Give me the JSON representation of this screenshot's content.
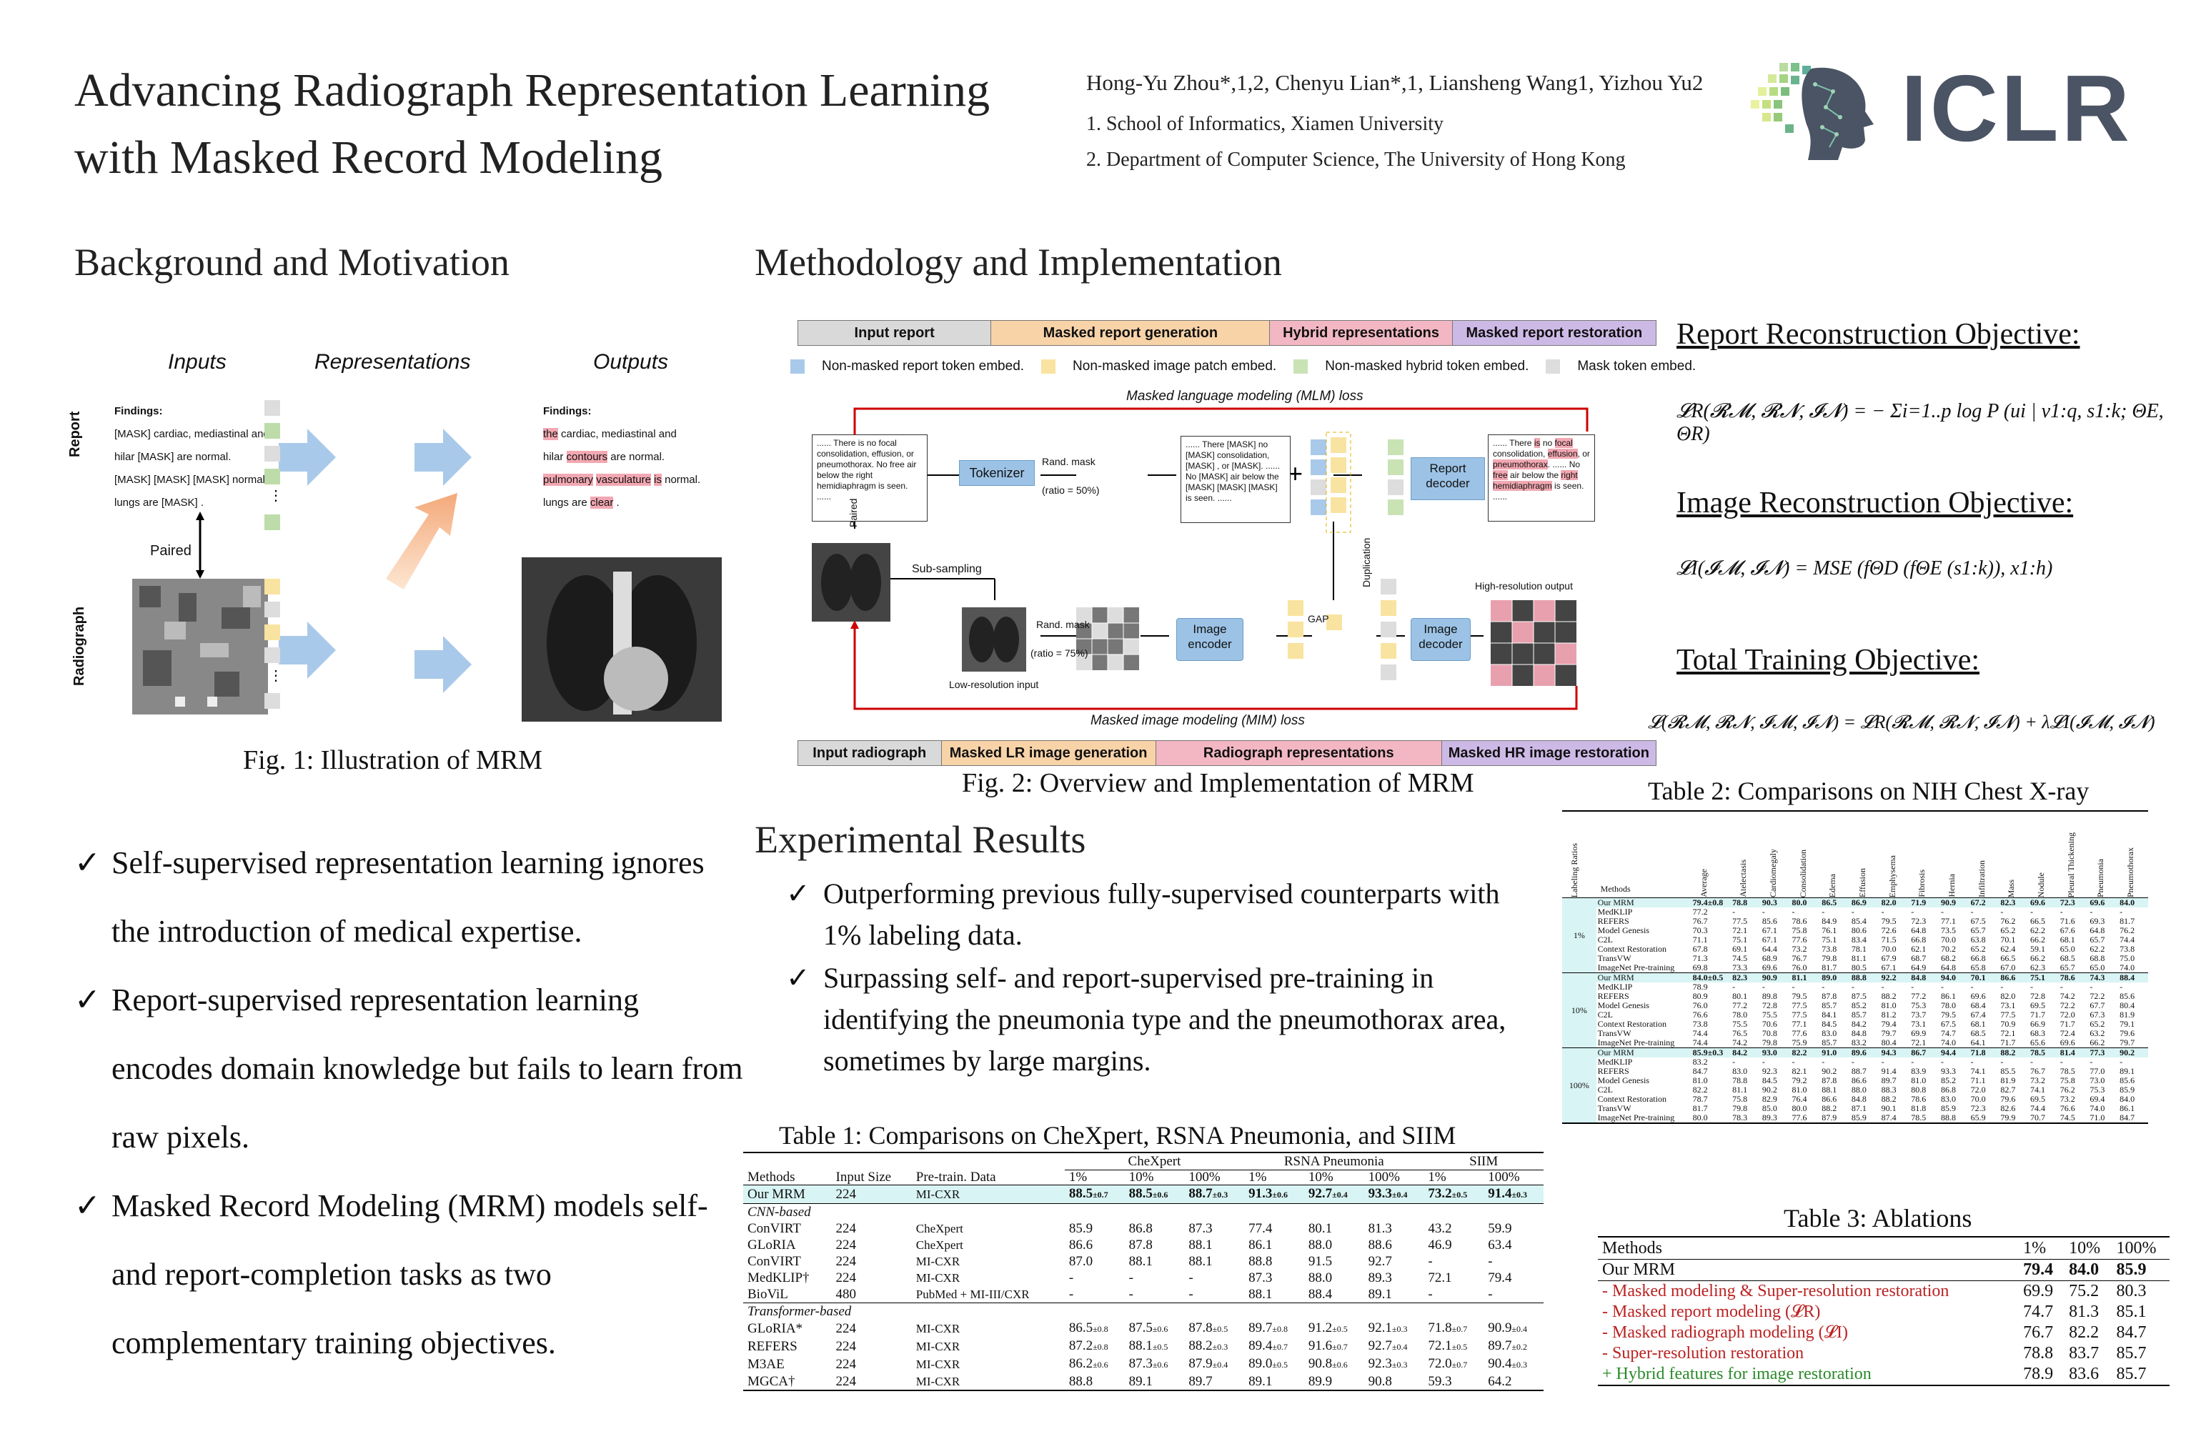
{
  "header": {
    "title": "Advancing Radiograph Representation Learning with Masked Record Modeling",
    "authors": "Hong-Yu Zhou*,1,2, Chenyu Lian*,1, Liansheng Wang1, Yizhou Yu2",
    "affil1": "1.   School of Informatics, Xiamen University",
    "affil2": "2.   Department of Computer Science, The University of Hong Kong",
    "logo_text": "ICLR"
  },
  "background": {
    "heading": "Background and Motivation",
    "col_inputs": "Inputs",
    "col_repr": "Representations",
    "col_outputs": "Outputs",
    "row_report": "Report",
    "row_radiograph": "Radiograph",
    "paired": "Paired",
    "findings_in_title": "Findings:",
    "findings_in": [
      "[MASK] cardiac, mediastinal and",
      "hilar [MASK] are normal.",
      "[MASK] [MASK] [MASK] normal.",
      "lungs are [MASK] ."
    ],
    "findings_out_title": "Findings:",
    "fig_caption": "Fig. 1: Illustration of MRM",
    "bullets": [
      "Self-supervised representation learning ignores the introduction of medical expertise.",
      "Report-supervised representation learning encodes domain knowledge but fails to learn from raw pixels.",
      "Masked Record Modeling (MRM) models self- and report-completion tasks as two complementary training objectives."
    ]
  },
  "method": {
    "heading": "Methodology and Implementation",
    "top_bar": [
      "Input report",
      "Masked report generation",
      "Hybrid representations",
      "Masked report restoration"
    ],
    "legend": [
      "Non-masked report token embed.",
      "Non-masked image patch embed.",
      "Non-masked hybrid token embed.",
      "Mask token embed."
    ],
    "mlm_loss": "Masked language modeling (MLM) loss",
    "mim_loss": "Masked image modeling (MIM) loss",
    "report_text": "...... There is no focal consolidation, effusion, or pneumothorax. No free air below the right hemidiaphragm is seen. ......",
    "masked_text": "...... There [MASK] no [MASK] consolidation, [MASK] , or [MASK]. ...... No [MASK] air below the [MASK] [MASK] [MASK] is seen. ......",
    "tokenizer": "Tokenizer",
    "rand_mask_r": "Rand. mask",
    "ratio_r": "(ratio = 50%)",
    "report_decoder": "Report decoder",
    "paired": "Paired",
    "sub_sampling": "Sub-sampling",
    "rand_mask_i": "Rand. mask",
    "ratio_i": "(ratio = 75%)",
    "image_encoder": "Image encoder",
    "gap": "GAP",
    "duplication": "Duplication",
    "image_decoder": "Image decoder",
    "hr_output": "High-resolution output",
    "lr_input": "Low-resolution input",
    "bottom_bar": [
      "Input radiograph",
      "Masked LR image generation",
      "Radiograph representations",
      "Masked HR image restoration"
    ],
    "fig_caption": "Fig. 2: Overview and Implementation of MRM",
    "obj1_title": "Report Reconstruction Objective:",
    "obj1_formula": "𝓛R(𝓡𝓜, 𝓡𝓝, 𝓘𝓝) = − Σi=1..p log P (ui | v1:q, s1:k; ΘE, ΘR)",
    "obj2_title": "Image Reconstruction Objective:",
    "obj2_formula": "𝓛I(𝓘𝓜, 𝓘𝓝) = MSE (fΘD (fΘE (s1:k)), x1:h)",
    "obj3_title": "Total Training Objective:",
    "obj3_formula": "𝓛(𝓡𝓜, 𝓡𝓝, 𝓘𝓜, 𝓘𝓝) = 𝓛R(𝓡𝓜, 𝓡𝓝, 𝓘𝓝) + λ𝓛I(𝓘𝓜, 𝓘𝓝)"
  },
  "results": {
    "heading": "Experimental Results",
    "bullets": [
      "Outperforming previous fully-supervised counterparts with  1% labeling data.",
      "Surpassing self- and report-supervised pre-training in identifying the pneumonia type and the pneumothorax area, sometimes by large margins."
    ]
  },
  "table1": {
    "caption": "Table 1: Comparisons on CheXpert, RSNA Pneumonia, and SIIM",
    "groups": [
      "CheXpert",
      "RSNA Pneumonia",
      "SIIM"
    ],
    "headers": [
      "Methods",
      "Input Size",
      "Pre-train. Data",
      "1%",
      "10%",
      "100%",
      "1%",
      "10%",
      "100%",
      "1%",
      "100%"
    ],
    "rows": [
      [
        "Our MRM",
        "224",
        "MI-CXR",
        "88.5±0.7",
        "88.5±0.6",
        "88.7±0.3",
        "91.3±0.6",
        "92.7±0.4",
        "93.3±0.4",
        "73.2±0.5",
        "91.4±0.3"
      ],
      [
        "CNN-based"
      ],
      [
        "ConVIRT",
        "224",
        "CheXpert",
        "85.9",
        "86.8",
        "87.3",
        "77.4",
        "80.1",
        "81.3",
        "43.2",
        "59.9"
      ],
      [
        "GLoRIA",
        "224",
        "CheXpert",
        "86.6",
        "87.8",
        "88.1",
        "86.1",
        "88.0",
        "88.6",
        "46.9",
        "63.4"
      ],
      [
        "ConVIRT",
        "224",
        "MI-CXR",
        "87.0",
        "88.1",
        "88.1",
        "88.8",
        "91.5",
        "92.7",
        "-",
        "-"
      ],
      [
        "MedKLIP†",
        "224",
        "MI-CXR",
        "-",
        "-",
        "-",
        "87.3",
        "88.0",
        "89.3",
        "72.1",
        "79.4"
      ],
      [
        "BioViL",
        "480",
        "PubMed + MI-III/CXR",
        "-",
        "-",
        "-",
        "88.1",
        "88.4",
        "89.1",
        "-",
        "-"
      ],
      [
        "Transformer-based"
      ],
      [
        "GLoRIA*",
        "224",
        "MI-CXR",
        "86.5±0.8",
        "87.5±0.6",
        "87.8±0.5",
        "89.7±0.8",
        "91.2±0.5",
        "92.1±0.3",
        "71.8±0.7",
        "90.9±0.4"
      ],
      [
        "REFERS",
        "224",
        "MI-CXR",
        "87.2±0.8",
        "88.1±0.5",
        "88.2±0.3",
        "89.4±0.7",
        "91.6±0.7",
        "92.7±0.4",
        "72.1±0.5",
        "89.7±0.2"
      ],
      [
        "M3AE",
        "224",
        "MI-CXR",
        "86.2±0.6",
        "87.3±0.6",
        "87.9±0.4",
        "89.0±0.5",
        "90.8±0.6",
        "92.3±0.3",
        "72.0±0.7",
        "90.4±0.3"
      ],
      [
        "MGCA†",
        "224",
        "MI-CXR",
        "88.8",
        "89.1",
        "89.7",
        "89.1",
        "89.9",
        "90.8",
        "59.3",
        "64.2"
      ]
    ]
  },
  "table2": {
    "caption": "Table 2: Comparisons on NIH Chest X-ray",
    "headers": [
      "Labeling Ratios",
      "Methods",
      "Average",
      "Atelectasis",
      "Cardiomegaly",
      "Consolidation",
      "Edema",
      "Effusion",
      "Emphysema",
      "Fibrosis",
      "Hernia",
      "Infiltration",
      "Mass",
      "Nodule",
      "Pleural Thickening",
      "Pneumonia",
      "Pneumothorax"
    ],
    "ratios": [
      "1%",
      "10%",
      "100%"
    ],
    "blocks": [
      [
        [
          "Our MRM",
          "79.4±0.8",
          "78.8",
          "90.3",
          "80.0",
          "86.5",
          "86.9",
          "82.0",
          "71.9",
          "90.9",
          "67.2",
          "82.3",
          "69.6",
          "72.3",
          "69.6",
          "84.0"
        ],
        [
          "MedKLIP",
          "77.2",
          "-",
          "-",
          "-",
          "-",
          "-",
          "-",
          "-",
          "-",
          "-",
          "-",
          "-",
          "-",
          "-",
          "-"
        ],
        [
          "REFERS",
          "76.7",
          "77.5",
          "85.6",
          "78.6",
          "84.9",
          "85.4",
          "79.5",
          "72.3",
          "77.1",
          "67.5",
          "76.2",
          "66.5",
          "71.6",
          "69.3",
          "81.7"
        ],
        [
          "Model Genesis",
          "70.3",
          "72.1",
          "67.1",
          "75.8",
          "76.1",
          "80.6",
          "72.6",
          "64.8",
          "73.5",
          "65.7",
          "65.2",
          "62.2",
          "67.6",
          "64.8",
          "76.2"
        ],
        [
          "C2L",
          "71.1",
          "75.1",
          "67.1",
          "77.6",
          "75.1",
          "83.4",
          "71.5",
          "66.8",
          "70.0",
          "63.8",
          "70.1",
          "66.2",
          "68.1",
          "65.7",
          "74.4"
        ],
        [
          "Context Restoration",
          "67.8",
          "69.1",
          "64.4",
          "73.2",
          "73.8",
          "78.1",
          "70.0",
          "62.1",
          "70.2",
          "65.2",
          "62.4",
          "59.1",
          "65.0",
          "62.2",
          "73.8"
        ],
        [
          "TransVW",
          "71.3",
          "74.5",
          "68.9",
          "76.7",
          "79.8",
          "81.1",
          "67.9",
          "68.7",
          "68.2",
          "66.8",
          "66.5",
          "66.2",
          "68.5",
          "68.8",
          "75.0"
        ],
        [
          "ImageNet Pre-training",
          "69.8",
          "73.3",
          "69.6",
          "76.0",
          "81.7",
          "80.5",
          "67.1",
          "64.9",
          "64.8",
          "65.8",
          "67.0",
          "62.3",
          "65.7",
          "65.0",
          "74.0"
        ]
      ],
      [
        [
          "Our MRM",
          "84.0±0.5",
          "82.3",
          "90.9",
          "81.1",
          "89.0",
          "88.8",
          "92.2",
          "84.8",
          "94.0",
          "70.1",
          "86.6",
          "75.1",
          "78.6",
          "74.3",
          "88.4"
        ],
        [
          "MedKLIP",
          "78.9",
          "-",
          "-",
          "-",
          "-",
          "-",
          "-",
          "-",
          "-",
          "-",
          "-",
          "-",
          "-",
          "-",
          "-"
        ],
        [
          "REFERS",
          "80.9",
          "80.1",
          "89.8",
          "79.5",
          "87.8",
          "87.5",
          "88.2",
          "77.2",
          "86.1",
          "69.6",
          "82.0",
          "72.8",
          "74.2",
          "72.2",
          "85.6"
        ],
        [
          "Model Genesis",
          "76.0",
          "77.2",
          "72.8",
          "77.5",
          "85.7",
          "85.2",
          "81.0",
          "75.3",
          "78.0",
          "68.4",
          "73.1",
          "69.5",
          "72.2",
          "67.7",
          "80.4"
        ],
        [
          "C2L",
          "76.6",
          "78.0",
          "75.5",
          "77.5",
          "84.1",
          "85.7",
          "81.2",
          "73.7",
          "79.5",
          "67.4",
          "77.5",
          "71.7",
          "72.0",
          "67.3",
          "81.9"
        ],
        [
          "Context Restoration",
          "73.8",
          "75.5",
          "70.6",
          "77.1",
          "84.5",
          "84.2",
          "79.4",
          "73.1",
          "67.5",
          "68.1",
          "70.9",
          "66.9",
          "71.7",
          "65.2",
          "79.1"
        ],
        [
          "TransVW",
          "74.4",
          "76.5",
          "70.8",
          "77.6",
          "83.0",
          "84.8",
          "79.7",
          "69.9",
          "74.7",
          "68.5",
          "72.1",
          "68.3",
          "72.4",
          "63.2",
          "79.6"
        ],
        [
          "ImageNet Pre-training",
          "74.4",
          "74.2",
          "79.8",
          "75.9",
          "85.7",
          "83.2",
          "80.4",
          "72.1",
          "74.0",
          "64.1",
          "71.7",
          "65.6",
          "69.6",
          "66.2",
          "79.7"
        ]
      ],
      [
        [
          "Our MRM",
          "85.9±0.3",
          "84.2",
          "93.0",
          "82.2",
          "91.0",
          "89.6",
          "94.3",
          "86.7",
          "94.4",
          "71.8",
          "88.2",
          "78.5",
          "81.4",
          "77.3",
          "90.2"
        ],
        [
          "MedKLIP",
          "83.2",
          "-",
          "-",
          "-",
          "-",
          "-",
          "-",
          "-",
          "-",
          "-",
          "-",
          "-",
          "-",
          "-",
          "-"
        ],
        [
          "REFERS",
          "84.7",
          "83.0",
          "92.3",
          "82.1",
          "90.2",
          "88.7",
          "91.4",
          "83.9",
          "93.3",
          "74.1",
          "85.5",
          "76.7",
          "78.5",
          "77.0",
          "89.1"
        ],
        [
          "Model Genesis",
          "81.0",
          "78.8",
          "84.5",
          "79.2",
          "87.8",
          "86.6",
          "89.7",
          "81.0",
          "85.2",
          "71.1",
          "81.9",
          "73.2",
          "75.8",
          "73.0",
          "85.6"
        ],
        [
          "C2L",
          "82.2",
          "81.1",
          "90.2",
          "81.0",
          "88.1",
          "88.0",
          "88.3",
          "80.8",
          "86.8",
          "72.0",
          "82.7",
          "74.1",
          "76.2",
          "75.3",
          "85.9"
        ],
        [
          "Context Restoration",
          "78.7",
          "75.8",
          "82.9",
          "76.4",
          "86.6",
          "84.8",
          "88.2",
          "78.6",
          "83.0",
          "70.0",
          "79.6",
          "69.5",
          "73.2",
          "69.4",
          "84.0"
        ],
        [
          "TransVW",
          "81.7",
          "79.8",
          "85.0",
          "80.0",
          "88.2",
          "87.1",
          "90.1",
          "81.8",
          "85.9",
          "72.3",
          "82.6",
          "74.4",
          "76.6",
          "74.0",
          "86.1"
        ],
        [
          "ImageNet Pre-training",
          "80.0",
          "78.3",
          "89.3",
          "77.6",
          "87.9",
          "85.9",
          "87.4",
          "78.5",
          "88.8",
          "65.9",
          "79.9",
          "70.7",
          "74.5",
          "71.0",
          "84.7"
        ]
      ]
    ]
  },
  "table3": {
    "caption": "Table 3: Ablations",
    "headers": [
      "Methods",
      "1%",
      "10%",
      "100%"
    ],
    "rows": [
      [
        "Our MRM",
        "79.4",
        "84.0",
        "85.9"
      ],
      [
        "- Masked modeling & Super-resolution restoration",
        "69.9",
        "75.2",
        "80.3"
      ],
      [
        "- Masked report modeling (𝓛R)",
        "74.7",
        "81.3",
        "85.1"
      ],
      [
        "- Masked radiograph modeling (𝓛I)",
        "76.7",
        "82.2",
        "84.7"
      ],
      [
        "- Super-resolution restoration",
        "78.8",
        "83.7",
        "85.7"
      ],
      [
        "+ Hybrid features for image restoration",
        "78.9",
        "83.6",
        "85.7"
      ]
    ]
  }
}
